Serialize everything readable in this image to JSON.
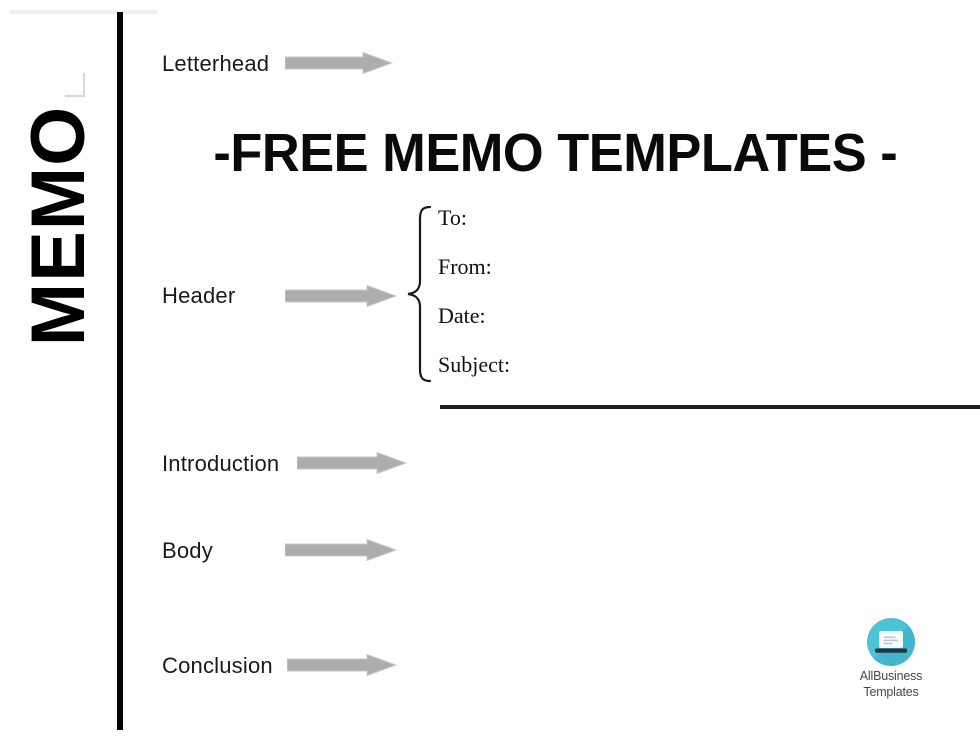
{
  "document": {
    "title": "-FREE MEMO TEMPLATES -",
    "side_word": "MEMO"
  },
  "annotations": [
    {
      "label": "Letterhead",
      "arrow": "right-block-arrow"
    },
    {
      "label": "Header",
      "arrow": "right-block-arrow"
    },
    {
      "label": "Introduction",
      "arrow": "right-block-arrow"
    },
    {
      "label": "Body",
      "arrow": "right-block-arrow"
    },
    {
      "label": "Conclusion",
      "arrow": "right-block-arrow"
    }
  ],
  "memo_header": {
    "brace": "left-curly-brace",
    "fields": [
      {
        "label": "To:"
      },
      {
        "label": "From:"
      },
      {
        "label": "Date:"
      },
      {
        "label": "Subject:"
      }
    ]
  },
  "logo": {
    "icon": "laptop-badge-icon",
    "line1": "AllBusiness",
    "line2": "Templates"
  },
  "colors": {
    "arrow_fill": "#adadad",
    "arrow_stroke": "#c9c9c9",
    "rule_black": "#1c1c1c",
    "top_rule_grey": "#efefef",
    "corner_grey": "#d9d9d9",
    "logo_teal": "#4ec3d8",
    "logo_teal_shadow": "#3aa9c4",
    "logo_laptop_dark": "#243342",
    "logo_text": "#4a4a4a"
  }
}
